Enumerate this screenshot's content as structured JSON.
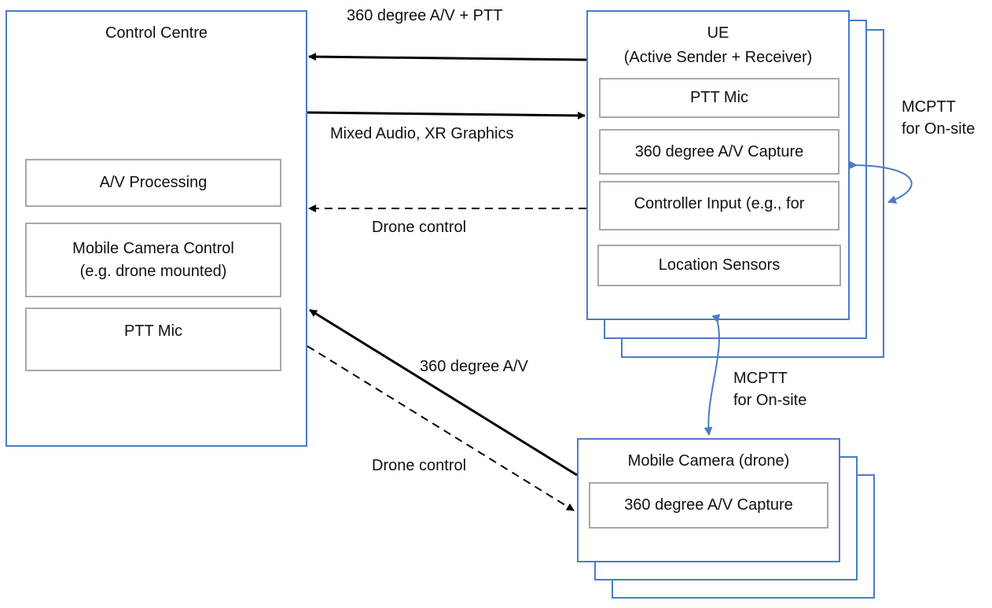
{
  "control_centre": {
    "title": "Control Centre",
    "components": [
      "A/V Processing",
      "Mobile Camera Control\n(e.g. drone mounted)",
      "PTT Mic"
    ]
  },
  "ue": {
    "title": "UE",
    "subtitle": "(Active Sender + Receiver)",
    "components": [
      "PTT Mic",
      "360 degree A/V Capture",
      "Controller Input (e.g., for",
      "Location Sensors"
    ]
  },
  "mobile_camera": {
    "title": "Mobile Camera (drone)",
    "components": [
      "360 degree A/V Capture"
    ]
  },
  "links": {
    "ue_to_cc": "360 degree A/V + PTT",
    "cc_to_ue": "Mixed Audio, XR Graphics",
    "ue_drone_control": "Drone control",
    "camera_to_cc": "360 degree A/V",
    "cc_drone_control": "Drone control",
    "mcptt_ue": "MCPTT\nfor On-site",
    "mcptt_ue_camera": "MCPTT\nfor On-site"
  }
}
